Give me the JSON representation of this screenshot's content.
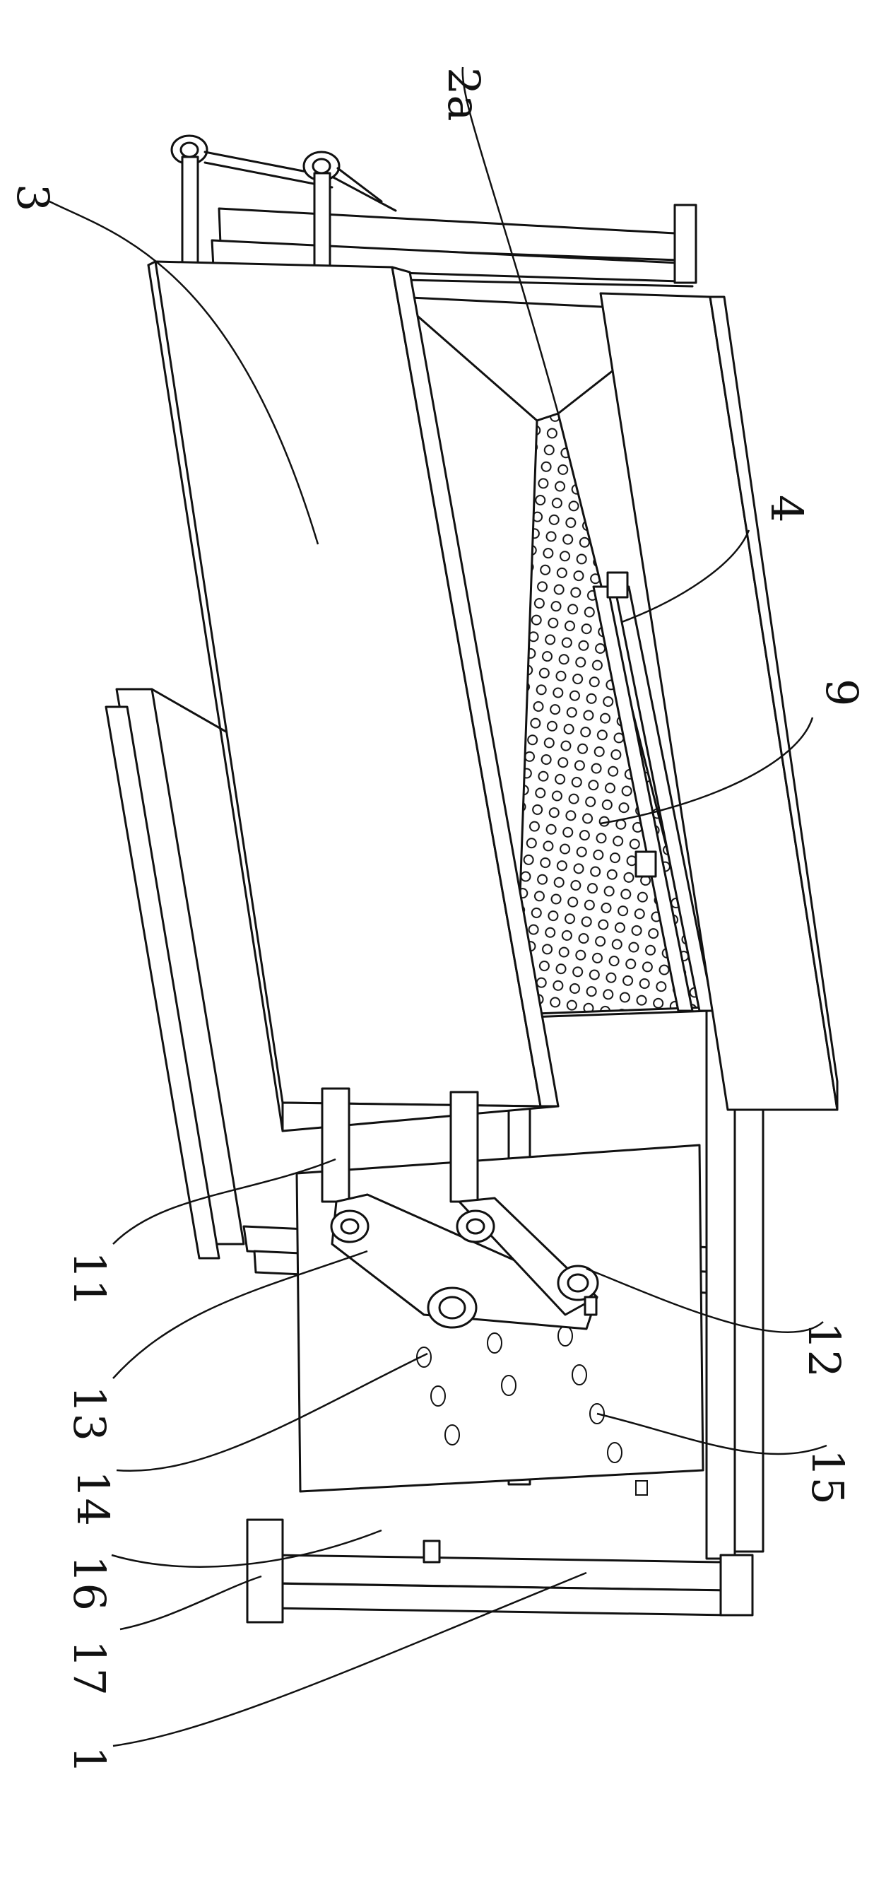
{
  "labels": {
    "l_2a": "2a",
    "l_3": "3",
    "l_4": "4",
    "l_9": "9",
    "l_11": "11",
    "l_12": "12",
    "l_13": "13",
    "l_14": "14",
    "l_15": "15",
    "l_16": "16",
    "l_17": "17",
    "l_1": "1"
  },
  "colors": {
    "ink": "#111111",
    "paper": "#ffffff"
  }
}
